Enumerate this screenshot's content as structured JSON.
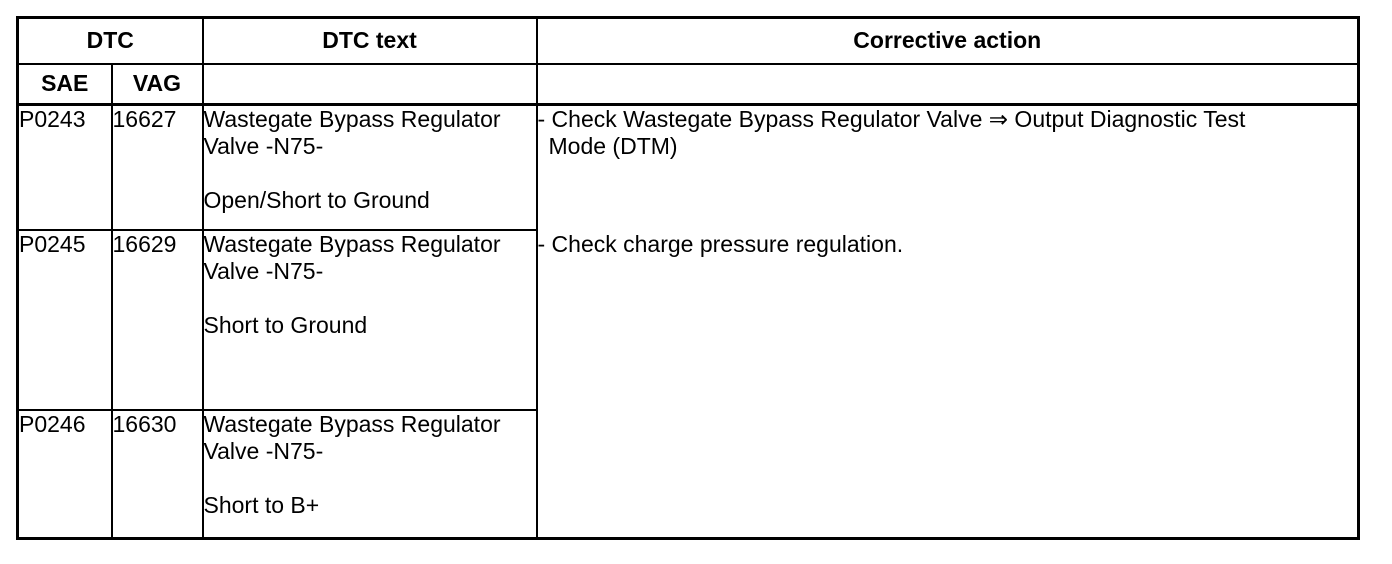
{
  "document": {
    "background": "#ffffff",
    "text_color": "#000000",
    "border_color": "#000000"
  },
  "table": {
    "headers": {
      "dtc": "DTC",
      "sae": "SAE",
      "vag": "VAG",
      "dtc_text": "DTC text",
      "corrective_action": "Corrective action"
    },
    "rows": [
      {
        "sae": "P0243",
        "vag": "16627",
        "dtc_title": "Wastegate Bypass Regulator\nValve -N75-",
        "dtc_fault": "Open/Short to Ground"
      },
      {
        "sae": "P0245",
        "vag": "16629",
        "dtc_title": "Wastegate Bypass Regulator\nValve -N75-",
        "dtc_fault": "Short to Ground"
      },
      {
        "sae": "P0246",
        "vag": "16630",
        "dtc_title": "Wastegate Bypass Regulator\nValve -N75-",
        "dtc_fault": "Short to B+"
      }
    ],
    "corrective_actions": [
      "- Check Wastegate Bypass Regulator Valve ⇒ Output Diagnostic Test\nMode (DTM)",
      "- Check charge pressure regulation."
    ]
  }
}
